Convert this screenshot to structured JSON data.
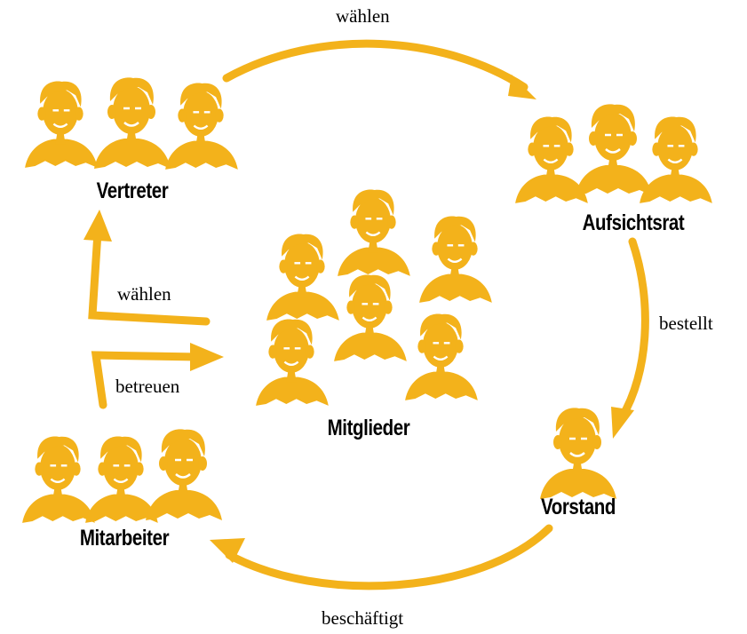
{
  "colors": {
    "accent": "#f3b21b",
    "text": "#000000",
    "background": "#ffffff"
  },
  "groups": {
    "vertreter": "Vertreter",
    "aufsichtsrat": "Aufsichtsrat",
    "mitglieder": "Mitglieder",
    "vorstand": "Vorstand",
    "mitarbeiter": "Mitarbeiter"
  },
  "edges": {
    "top": "wählen",
    "right": "bestellt",
    "bottom": "beschäftigt",
    "left_upper": "wählen",
    "left_lower": "betreuen"
  }
}
